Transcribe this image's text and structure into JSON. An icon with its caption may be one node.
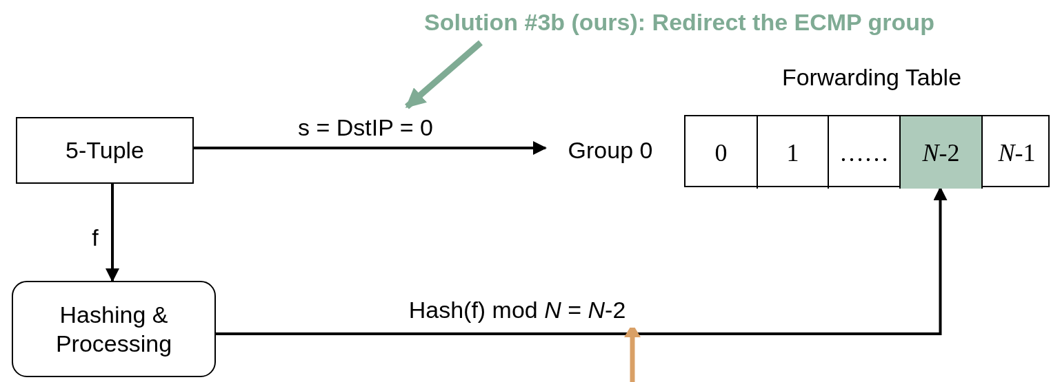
{
  "diagram": {
    "nodes": [
      {
        "text": [
          "Solution #3b (ours): Redirect the ECMP group"
        ]
      },
      {
        "text": [
          "5-Tuple"
        ]
      },
      {
        "text": [
          "Group 0"
        ]
      },
      {
        "text": [
          "Forwarding Table"
        ]
      },
      {
        "text": [
          "0"
        ],
        "in": 3
      },
      {
        "text": [
          "1"
        ],
        "in": 3
      },
      {
        "text": [
          "……"
        ],
        "in": 3
      },
      {
        "text": [
          "*N*-2"
        ],
        "in": 3
      },
      {
        "text": [
          "*N*-1"
        ],
        "in": 3
      },
      {
        "text": [
          "Hashing & Processing"
        ]
      }
    ],
    "edges": [
      {
        "from": 0,
        "to": null,
        "arrow": "to",
        "style": "thick",
        "color": "#7fab94"
      },
      {
        "from": 1,
        "to": 2,
        "arrow": "to",
        "label": "s = DstIP = 0"
      },
      {
        "from": 1,
        "to": 9,
        "arrow": "to",
        "label": "f"
      },
      {
        "from": 9,
        "to": 7,
        "arrow": "to",
        "label": "Hash(f) mod *N* = *N*-2"
      }
    ]
  }
}
